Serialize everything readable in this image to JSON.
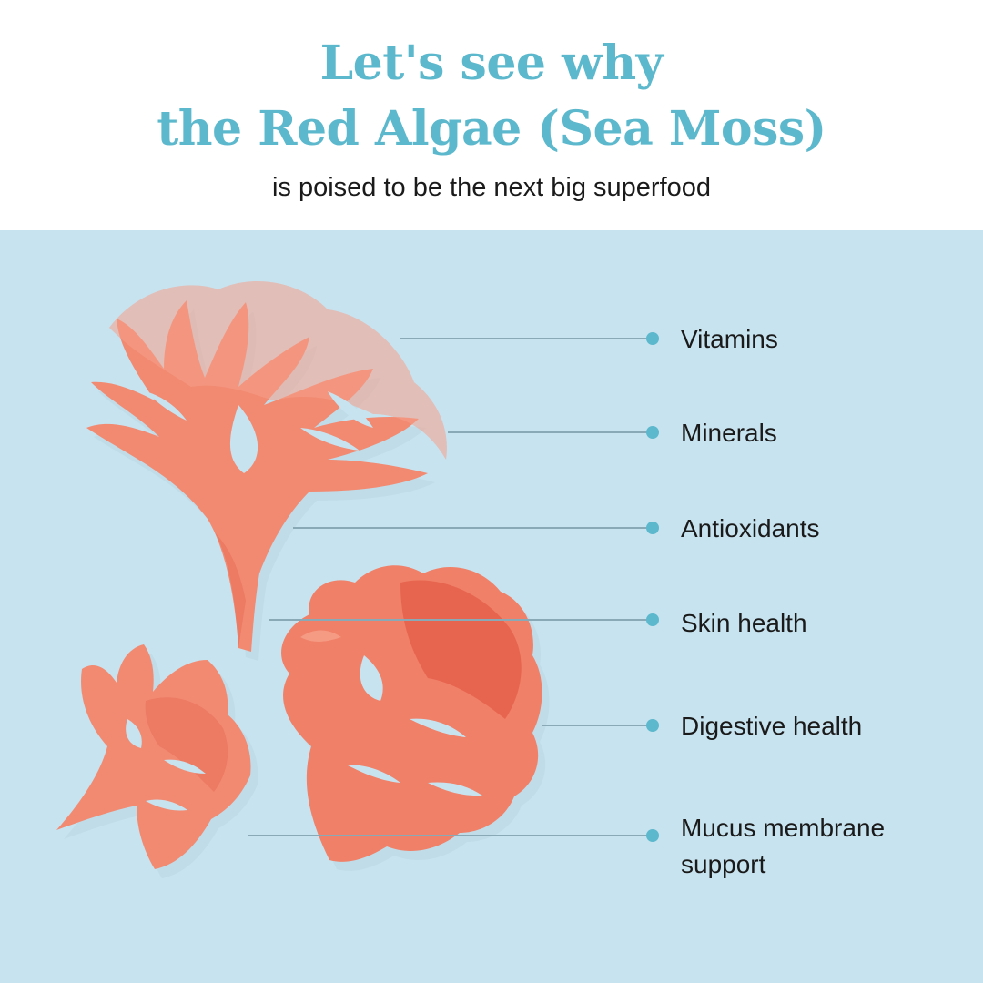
{
  "header": {
    "title_line1": "Let's see why",
    "title_line2": "the Red Algae (Sea Moss)",
    "subtitle": "is poised to be the next big superfood"
  },
  "benefits": [
    {
      "label": "Vitamins"
    },
    {
      "label": "Minerals"
    },
    {
      "label": "Antioxidants"
    },
    {
      "label": "Skin health"
    },
    {
      "label": "Digestive health"
    },
    {
      "label": "Mucus membrane support"
    }
  ],
  "colors": {
    "title": "#5cb8cc",
    "panel": "#c7e3ef",
    "dot": "#5cb8cc",
    "line": "#8aa9b6",
    "algae": "#f08068"
  }
}
